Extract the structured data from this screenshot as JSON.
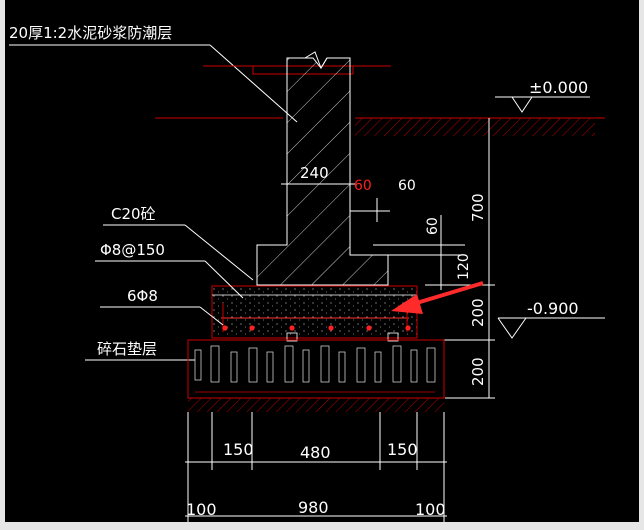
{
  "colors": {
    "background": "#000000",
    "white": "#ffffff",
    "red": "#ff2020",
    "dark_red": "#cc0000",
    "arrow": "#ff2a2a"
  },
  "labels": {
    "dampproof": "20厚1:2水泥砂浆防潮层",
    "elev_top": "±0.000",
    "elev_bottom": "-0.900",
    "concrete": "C20砼",
    "rebar_dist": "Φ8@150",
    "rebar_main": "6Φ8",
    "gravel": "碎石垫层"
  },
  "dims": {
    "wall_width": "240",
    "step_red": "60",
    "step_white": "60",
    "step_vertical": "60",
    "height_700": "700",
    "height_120": "120",
    "height_200_a": "200",
    "height_200_b": "200",
    "width_150_left": "150",
    "width_480": "480",
    "width_150_right": "150",
    "width_100_left": "100",
    "width_980": "980",
    "width_100_right": "100"
  },
  "icons": {
    "pointer": "red-arrow-icon",
    "ground": "ground-hatch-icon",
    "elevation": "elevation-triangle-icon"
  }
}
